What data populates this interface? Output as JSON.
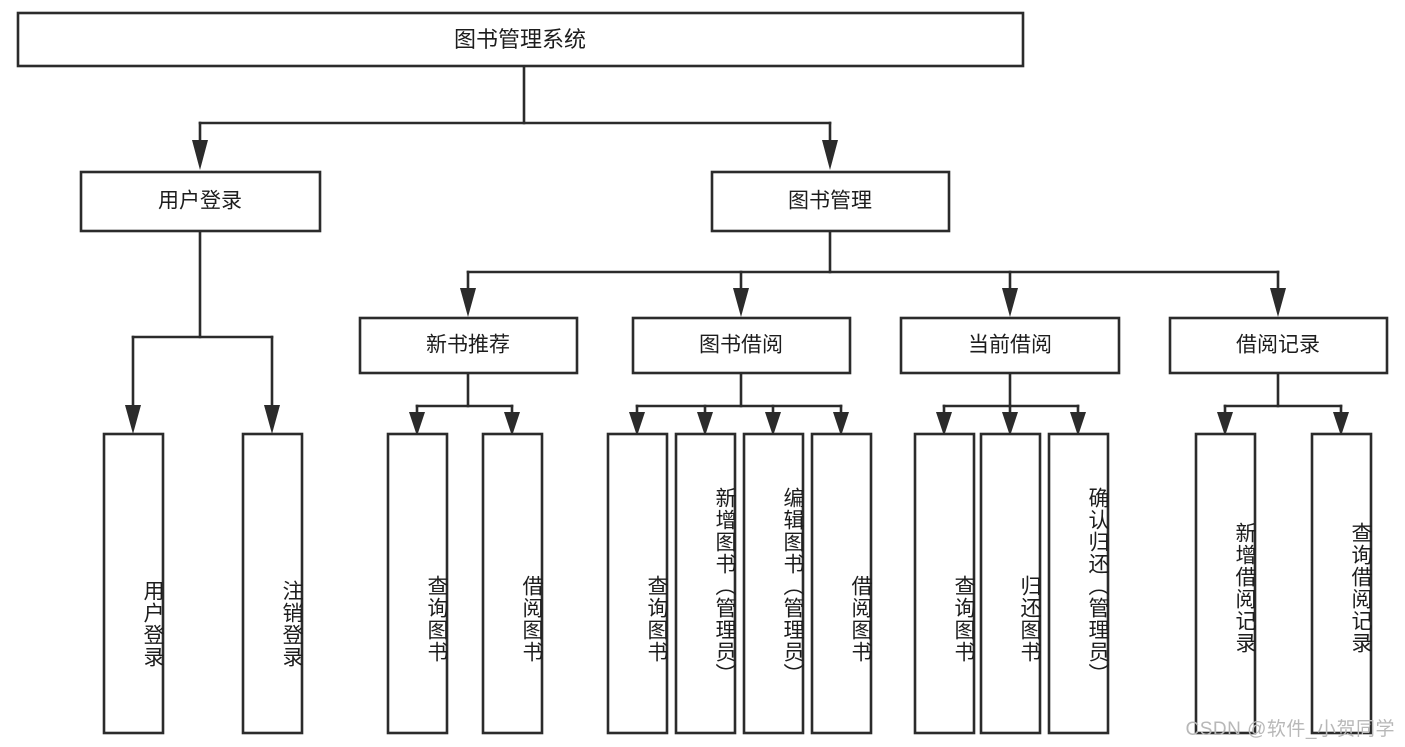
{
  "diagram": {
    "type": "tree-hierarchy",
    "title": "图书管理系统",
    "watermark": "CSDN @软件_小贺同学",
    "root": {
      "id": "root",
      "label": "图书管理系统",
      "orientation": "horizontal"
    },
    "level2": [
      {
        "id": "user-login",
        "label": "用户登录",
        "orientation": "horizontal"
      },
      {
        "id": "book-manage",
        "label": "图书管理",
        "orientation": "horizontal"
      }
    ],
    "level3": [
      {
        "id": "new-book-recommend",
        "label": "新书推荐",
        "orientation": "horizontal",
        "parent": "book-manage"
      },
      {
        "id": "book-borrow",
        "label": "图书借阅",
        "orientation": "horizontal",
        "parent": "book-manage"
      },
      {
        "id": "current-borrow",
        "label": "当前借阅",
        "orientation": "horizontal",
        "parent": "book-manage"
      },
      {
        "id": "borrow-record",
        "label": "借阅记录",
        "orientation": "horizontal",
        "parent": "book-manage"
      }
    ],
    "leaves": [
      {
        "id": "leaf-user-login",
        "label": "用户登录",
        "parent": "user-login",
        "orientation": "vertical"
      },
      {
        "id": "leaf-user-logout",
        "label": "注销登录",
        "parent": "user-login",
        "orientation": "vertical"
      },
      {
        "id": "leaf-query-book-1",
        "label": "查询图书",
        "parent": "new-book-recommend",
        "orientation": "vertical"
      },
      {
        "id": "leaf-borrow-book-1",
        "label": "借阅图书",
        "parent": "new-book-recommend",
        "orientation": "vertical"
      },
      {
        "id": "leaf-query-book-2",
        "label": "查询图书",
        "parent": "book-borrow",
        "orientation": "vertical"
      },
      {
        "id": "leaf-add-book",
        "label": "新增图书（管理员）",
        "parent": "book-borrow",
        "orientation": "vertical"
      },
      {
        "id": "leaf-edit-book",
        "label": "编辑图书（管理员）",
        "parent": "book-borrow",
        "orientation": "vertical"
      },
      {
        "id": "leaf-borrow-book-2",
        "label": "借阅图书",
        "parent": "book-borrow",
        "orientation": "vertical"
      },
      {
        "id": "leaf-query-book-3",
        "label": "查询图书",
        "parent": "current-borrow",
        "orientation": "vertical"
      },
      {
        "id": "leaf-return-book",
        "label": "归还图书",
        "parent": "current-borrow",
        "orientation": "vertical"
      },
      {
        "id": "leaf-confirm-return",
        "label": "确认归还（管理员）",
        "parent": "current-borrow",
        "orientation": "vertical"
      },
      {
        "id": "leaf-add-record",
        "label": "新增借阅记录",
        "parent": "borrow-record",
        "orientation": "vertical"
      },
      {
        "id": "leaf-query-record",
        "label": "查询借阅记录",
        "parent": "borrow-record",
        "orientation": "vertical"
      }
    ],
    "colors": {
      "stroke": "#2b2b2b",
      "fill": "#ffffff",
      "text": "#1d1d1d",
      "watermark": "#b8b8b8"
    }
  }
}
